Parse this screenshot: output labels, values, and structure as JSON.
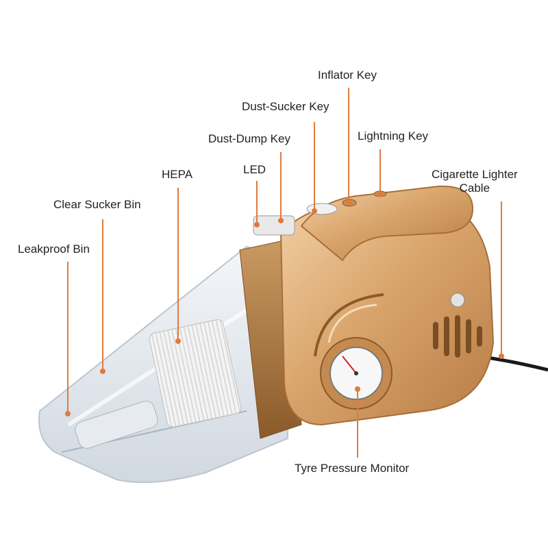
{
  "colors": {
    "leader": "#e07a3c",
    "body_gold": "#d7a46e",
    "bin_clear": "#dfe6ec",
    "text": "#222222"
  },
  "labels": {
    "inflator_key": "Inflator Key",
    "dust_sucker_key": "Dust-Sucker Key",
    "dust_dump_key": "Dust-Dump Key",
    "lightning_key": "Lightning Key",
    "led": "LED",
    "hepa": "HEPA",
    "cigarette_lighter_cable": "Cigarette Lighter\nCable",
    "clear_sucker_bin": "Clear Sucker Bin",
    "leakproof_bin": "Leakproof Bin",
    "tyre_pressure_monitor": "Tyre Pressure Monitor"
  }
}
